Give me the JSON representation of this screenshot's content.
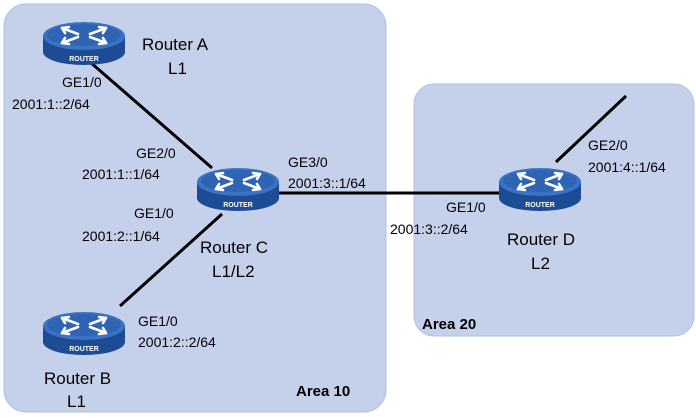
{
  "areas": [
    {
      "id": "area10",
      "label": "Area 10"
    },
    {
      "id": "area20",
      "label": "Area 20"
    }
  ],
  "routers": [
    {
      "id": "router-a",
      "name": "Router A",
      "level": "L1",
      "badge": "ROUTER"
    },
    {
      "id": "router-b",
      "name": "Router B",
      "level": "L1",
      "badge": "ROUTER"
    },
    {
      "id": "router-c",
      "name": "Router C",
      "level": "L1/L2",
      "badge": "ROUTER"
    },
    {
      "id": "router-d",
      "name": "Router D",
      "level": "L2",
      "badge": "ROUTER"
    }
  ],
  "interfaces": [
    {
      "id": "a-ge10",
      "port": "GE1/0",
      "address": "2001:1::2/64"
    },
    {
      "id": "c-ge20",
      "port": "GE2/0",
      "address": "2001:1::1/64"
    },
    {
      "id": "c-ge10",
      "port": "GE1/0",
      "address": "2001:2::1/64"
    },
    {
      "id": "b-ge10",
      "port": "GE1/0",
      "address": "2001:2::2/64"
    },
    {
      "id": "c-ge30",
      "port": "GE3/0",
      "address": "2001:3::1/64"
    },
    {
      "id": "d-ge10",
      "port": "GE1/0",
      "address": "2001:3::2/64"
    },
    {
      "id": "d-ge20",
      "port": "GE2/0",
      "address": "2001:4::1/64"
    }
  ],
  "colors": {
    "area_fill": "#c5d0ea",
    "area_stroke": "#b4c1e0",
    "router_top": "#2f64b4",
    "router_side": "#1d4b94",
    "link": "#000000"
  }
}
